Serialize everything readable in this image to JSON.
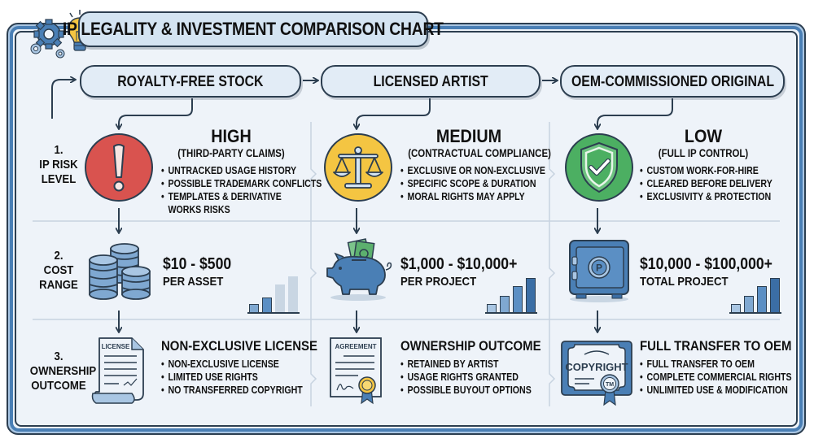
{
  "title": "IP LEGALITY & INVESTMENT COMPARISON CHART",
  "columns": [
    {
      "label": "ROYALTY-FREE STOCK"
    },
    {
      "label": "LICENSED ARTIST"
    },
    {
      "label": "OEM-COMMISSIONED ORIGINAL"
    }
  ],
  "rows": [
    {
      "number": "1.",
      "line1": "IP RISK",
      "line2": "LEVEL"
    },
    {
      "number": "2.",
      "line1": "COST",
      "line2": "RANGE"
    },
    {
      "number": "3.",
      "line1": "OWNERSHIP",
      "line2": "OUTCOME"
    }
  ],
  "risk": [
    {
      "level": "HIGH",
      "sub": "(THIRD-PARTY CLAIMS)",
      "icon": "warning-exclamation-icon",
      "color": "#d9534f",
      "bullets": [
        "UNTRACKED USAGE HISTORY",
        "POSSIBLE TRADEMARK CONFLICTS",
        "TEMPLATES & DERIVATIVE",
        "WORKS RISKS"
      ]
    },
    {
      "level": "MEDIUM",
      "sub": "(CONTRACTUAL COMPLIANCE)",
      "icon": "scales-icon",
      "color": "#f4c542",
      "bullets": [
        "EXCLUSIVE OR NON-EXCLUSIVE",
        "SPECIFIC SCOPE & DURATION",
        "MORAL RIGHTS MAY APPLY"
      ]
    },
    {
      "level": "LOW",
      "sub": "(FULL IP CONTROL)",
      "icon": "shield-check-icon",
      "color": "#4caf62",
      "bullets": [
        "CUSTOM WORK-FOR-HIRE",
        "CLEARED BEFORE DELIVERY",
        "EXCLUSIVITY & PROTECTION"
      ]
    }
  ],
  "cost": [
    {
      "range": "$10 - $500",
      "unit": "PER ASSET",
      "icon": "coin-stacks-icon",
      "bars_highlighted": 2
    },
    {
      "range": "$1,000 - $10,000+",
      "unit": "PER PROJECT",
      "icon": "piggy-bank-icon",
      "bars_highlighted": 4
    },
    {
      "range": "$10,000 - $100,000+",
      "unit": "TOTAL PROJECT",
      "icon": "safe-icon",
      "bars_highlighted": 4
    }
  ],
  "ownership": [
    {
      "title": "NON-EXCLUSIVE LICENSE",
      "doc_label": "LICENSE",
      "icon": "license-document-icon",
      "bullets": [
        "NON-EXCLUSIVE LICENSE",
        "LIMITED USE RIGHTS",
        "NO TRANSFERRED COPYRIGHT"
      ]
    },
    {
      "title": "OWNERSHIP OUTCOME",
      "doc_label": "AGREEMENT",
      "icon": "agreement-document-icon",
      "bullets": [
        "RETAINED BY ARTIST",
        "USAGE RIGHTS GRANTED",
        "POSSIBLE BUYOUT OPTIONS"
      ]
    },
    {
      "title": "FULL TRANSFER TO OEM",
      "doc_label": "COPYRIGHT",
      "tm_label": "TM",
      "icon": "copyright-certificate-icon",
      "bullets": [
        "FULL TRANSFER TO OEM",
        "COMPLETE COMMERCIAL RIGHTS",
        "UNLIMITED USE & MODIFICATION"
      ]
    }
  ],
  "colors": {
    "frame_blue": "#4a7fb5",
    "outline": "#2c3e50",
    "panel_bg": "#eef3f9",
    "pill_bg": "#e2ecf6",
    "risk_high": "#d9534f",
    "risk_medium": "#f4c542",
    "risk_low": "#4caf62",
    "icon_blue": "#4a7fb5",
    "icon_light_blue": "#a9c6e3"
  }
}
